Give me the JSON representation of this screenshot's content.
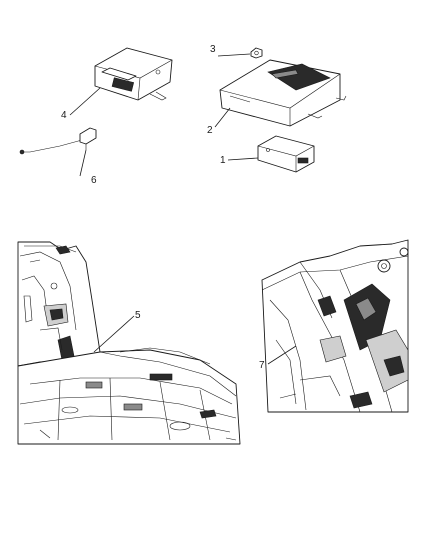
{
  "callouts": {
    "c1": "1",
    "c2": "2",
    "c3": "3",
    "c4": "4",
    "c5": "5",
    "c6": "6",
    "c7": "7"
  },
  "icons": [
    "module-box",
    "cover-module",
    "nut",
    "antenna-cable",
    "trunk-view",
    "quarter-panel-view"
  ]
}
